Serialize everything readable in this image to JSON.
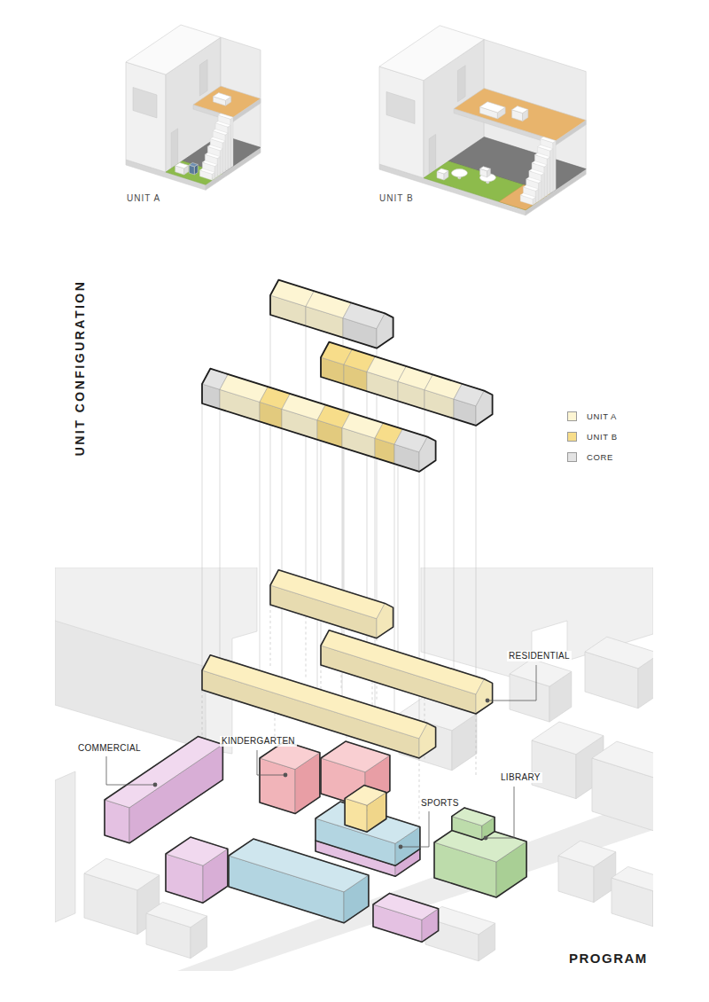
{
  "diagram": {
    "labels": [
      "UNIT A",
      "UNIT B",
      "UNIT CONFIGURATION",
      "RESIDENTIAL",
      "COMMERCIAL",
      "KINDERGARTEN",
      "SPORTS",
      "LIBRARY",
      "PROGRAM"
    ],
    "legend": [
      {
        "text": "UNIT A",
        "color": "#fdf5d3"
      },
      {
        "text": "UNIT B",
        "color": "#f7dd8a"
      },
      {
        "text": "CORE",
        "color": "#e3e3e3"
      }
    ]
  }
}
